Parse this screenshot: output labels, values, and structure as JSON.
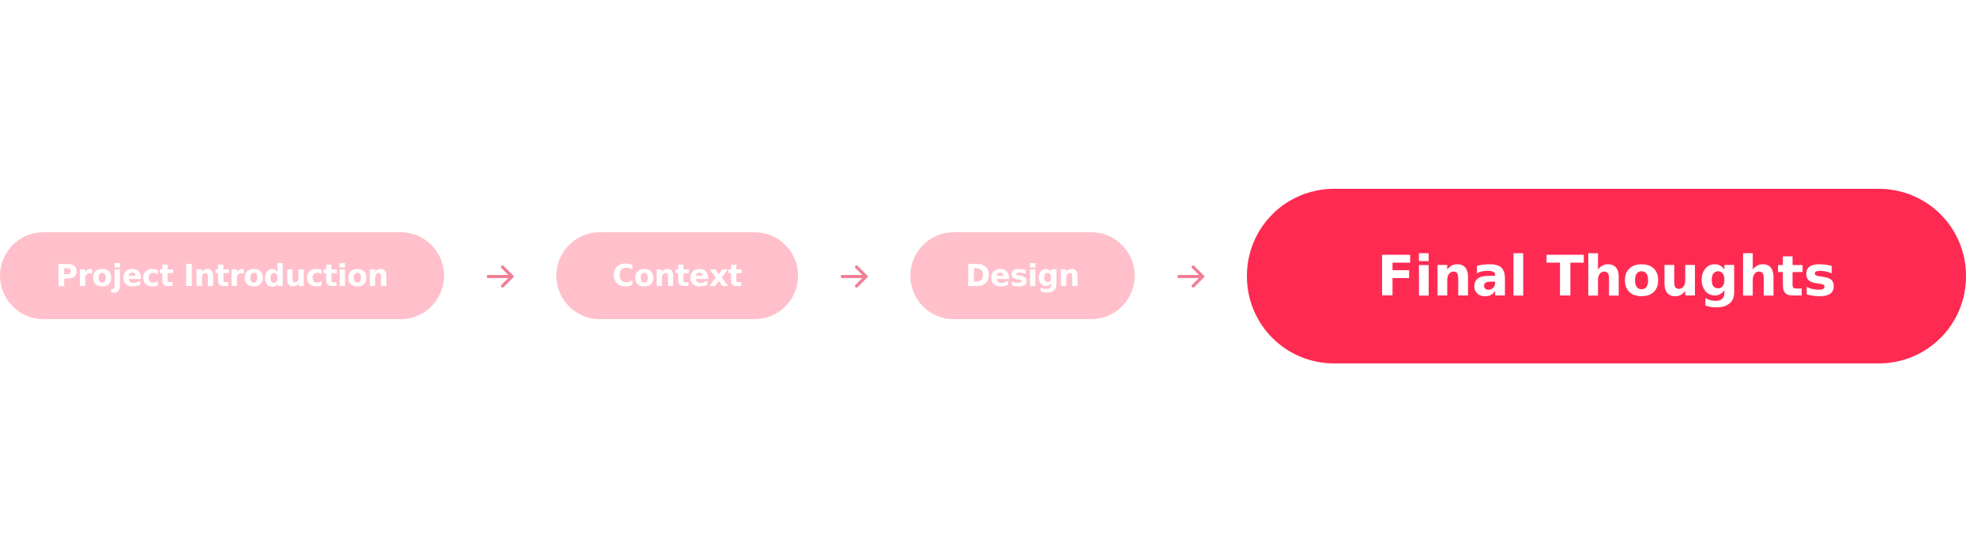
{
  "steps": [
    {
      "label": "Project Introduction",
      "state": "inactive"
    },
    {
      "label": "Context",
      "state": "inactive"
    },
    {
      "label": "Design",
      "state": "inactive"
    },
    {
      "label": "Final Thoughts",
      "state": "active"
    }
  ],
  "colors": {
    "inactive_fill": "#ffc0cc",
    "active_fill": "#ff2a52",
    "arrow": "#f07f96",
    "text": "#ffffff"
  },
  "connector_icon": "arrow-right-icon"
}
